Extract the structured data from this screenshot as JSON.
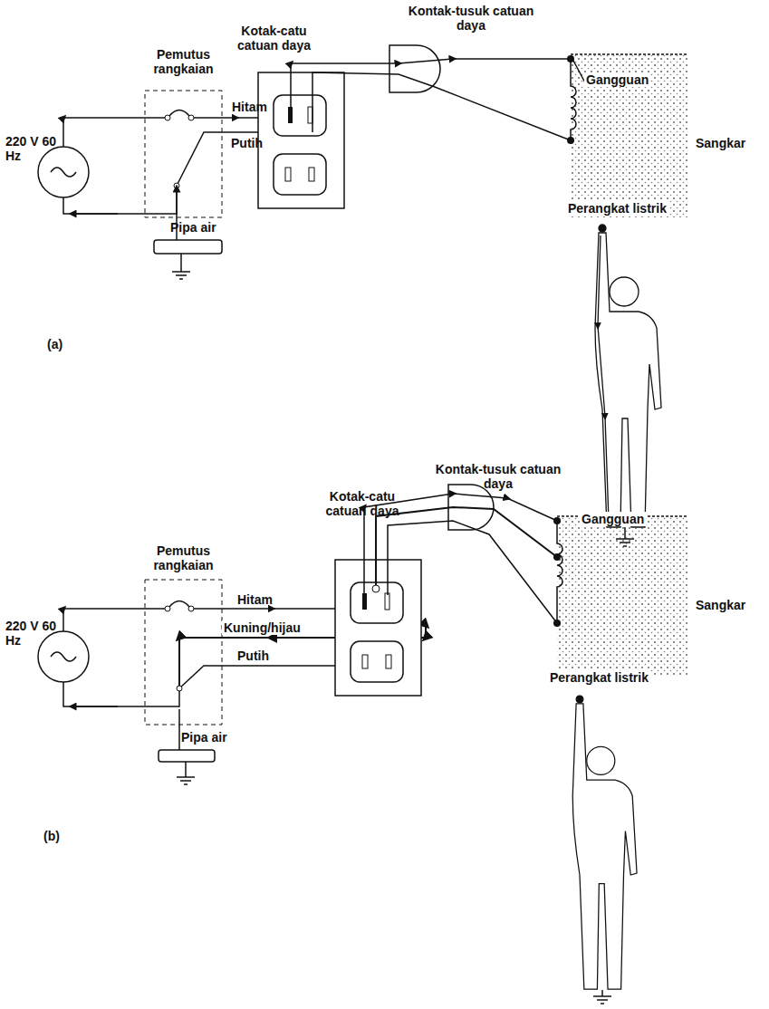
{
  "diagram": {
    "labels": [
      "Kontak-tusuk catuan daya",
      "Pemutus rangkaian",
      "Kotak-catu catuan daya",
      "Gangguan",
      "220 V 60 Hz",
      "Hitam",
      "Putih",
      "Sangkar",
      "Perangkat listrik",
      "Pipa air",
      "(a)",
      "Kontak-tusuk catuan daya",
      "Kotak-catu catuan daya",
      "Pemutus rangkaian",
      "Gangguan",
      "220 V 60 Hz",
      "Hitam",
      "Kuning/hijau",
      "Putih",
      "Sangkar",
      "Perangkat listrik",
      "Pipa air",
      "(b)"
    ]
  }
}
